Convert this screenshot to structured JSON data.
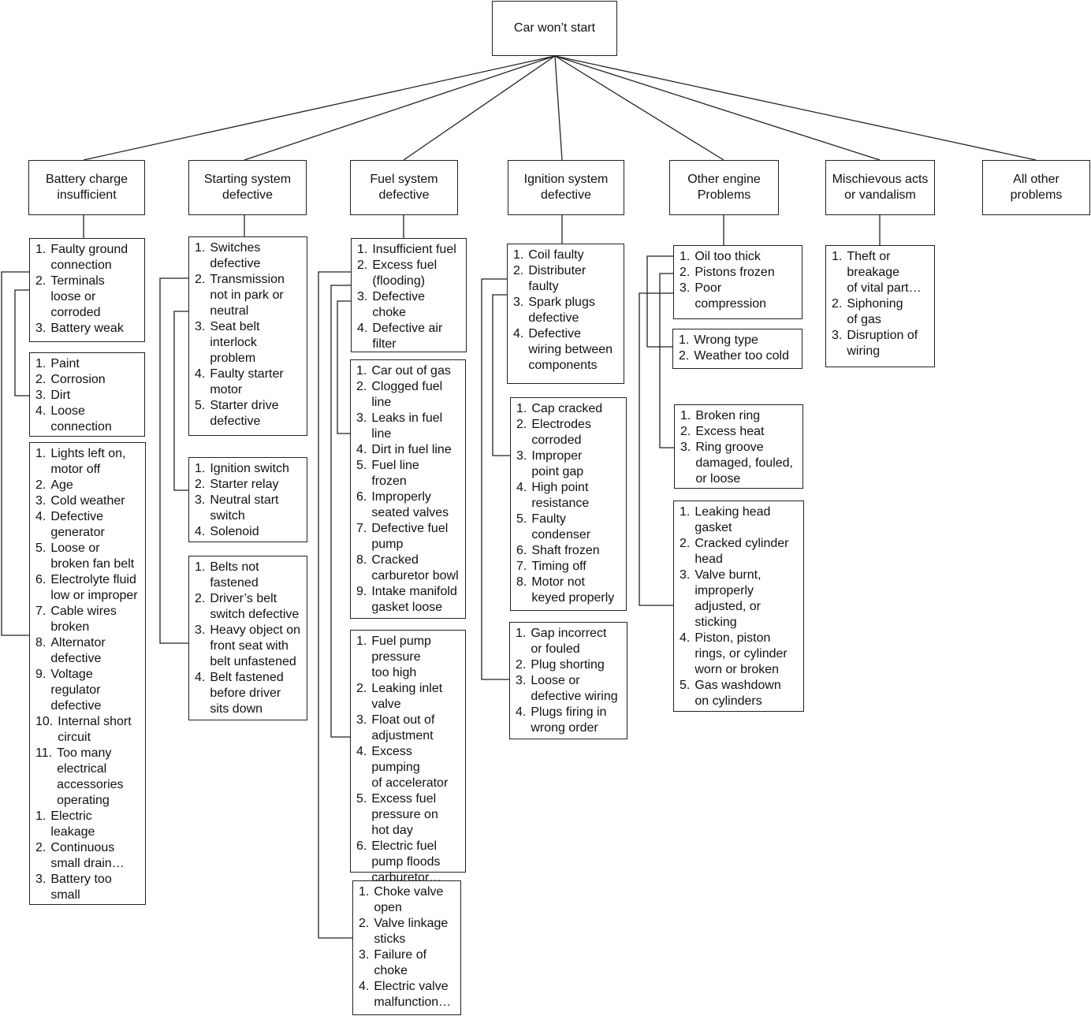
{
  "root": {
    "label": "Car won’t start"
  },
  "categories": [
    {
      "label": "Battery charge\ninsufficient",
      "lists": [
        [
          "Faulty ground\nconnection",
          "Terminals\nloose or\ncorroded",
          "Battery weak"
        ],
        [
          "Paint",
          "Corrosion",
          "Dirt",
          "Loose\nconnection"
        ],
        [
          "Lights left on,\nmotor off",
          "Age",
          "Cold weather",
          "Defective\ngenerator",
          "Loose or\nbroken fan belt",
          "Electrolyte fluid\nlow or improper",
          "Cable wires\nbroken",
          "Alternator\ndefective",
          "Voltage\nregulator\ndefective",
          "Internal short\ncircuit",
          "Too many\nelectrical\naccessories\noperating",
          "Electric\nleakage",
          "Continuous\nsmall drain…",
          "Battery too\nsmall"
        ]
      ]
    },
    {
      "label": "Starting system\ndefective",
      "lists": [
        [
          "Switches\ndefective",
          "Transmission\nnot in park or\nneutral",
          "Seat belt\ninterlock\nproblem",
          "Faulty starter\nmotor",
          "Starter drive\ndefective"
        ],
        [
          "Ignition switch",
          "Starter relay",
          "Neutral start\nswitch",
          "Solenoid"
        ],
        [
          "Belts not\nfastened",
          "Driver’s belt\nswitch defective",
          "Heavy object on\nfront seat with\nbelt unfastened",
          "Belt fastened\nbefore driver\nsits down"
        ]
      ]
    },
    {
      "label": "Fuel system\ndefective",
      "lists": [
        [
          "Insufficient fuel",
          "Excess fuel\n(flooding)",
          "Defective\nchoke",
          "Defective air\nfilter"
        ],
        [
          "Car out of gas",
          "Clogged fuel\nline",
          "Leaks in fuel\nline",
          "Dirt in fuel line",
          "Fuel line\nfrozen",
          "Improperly\nseated valves",
          "Defective fuel\npump",
          "Cracked\ncarburetor bowl",
          "Intake manifold\ngasket loose"
        ],
        [
          "Fuel pump\npressure\ntoo high",
          "Leaking inlet\nvalve",
          "Float out of\nadjustment",
          "Excess pumping\nof accelerator",
          "Excess fuel\npressure on\nhot day",
          "Electric fuel\npump floods\ncarburetor…"
        ],
        [
          "Choke valve\nopen",
          "Valve linkage\nsticks",
          "Failure of\nchoke",
          "Electric valve\nmalfunction…"
        ]
      ]
    },
    {
      "label": "Ignition system\ndefective",
      "lists": [
        [
          "Coil faulty",
          "Distributer\nfaulty",
          "Spark plugs\ndefective",
          "Defective\nwiring between\ncomponents"
        ],
        [
          "Cap cracked",
          "Electrodes\ncorroded",
          "Improper\npoint gap",
          "High point\nresistance",
          "Faulty\ncondenser",
          "Shaft frozen",
          "Timing off",
          "Motor not\nkeyed properly"
        ],
        [
          "Gap incorrect\nor fouled",
          "Plug shorting",
          "Loose or\ndefective wiring",
          "Plugs firing in\nwrong order"
        ]
      ]
    },
    {
      "label": "Other engine\nProblems",
      "lists": [
        [
          "Oil too thick",
          "Pistons frozen",
          "Poor\ncompression"
        ],
        [
          "Wrong type",
          "Weather too cold"
        ],
        [
          "Broken ring",
          "Excess heat",
          "Ring groove\ndamaged, fouled,\nor loose"
        ],
        [
          "Leaking head\ngasket",
          "Cracked cylinder\nhead",
          "Valve burnt,\nimproperly\nadjusted, or\nsticking",
          "Piston, piston\nrings, or cylinder\nworn or broken",
          "Gas washdown\non cylinders"
        ]
      ]
    },
    {
      "label": "Mischievous acts\nor vandalism",
      "lists": [
        [
          "Theft or\nbreakage\nof vital part…",
          "Siphoning\nof gas",
          "Disruption of\nwiring"
        ]
      ]
    },
    {
      "label": "All other\nproblems",
      "lists": []
    }
  ]
}
